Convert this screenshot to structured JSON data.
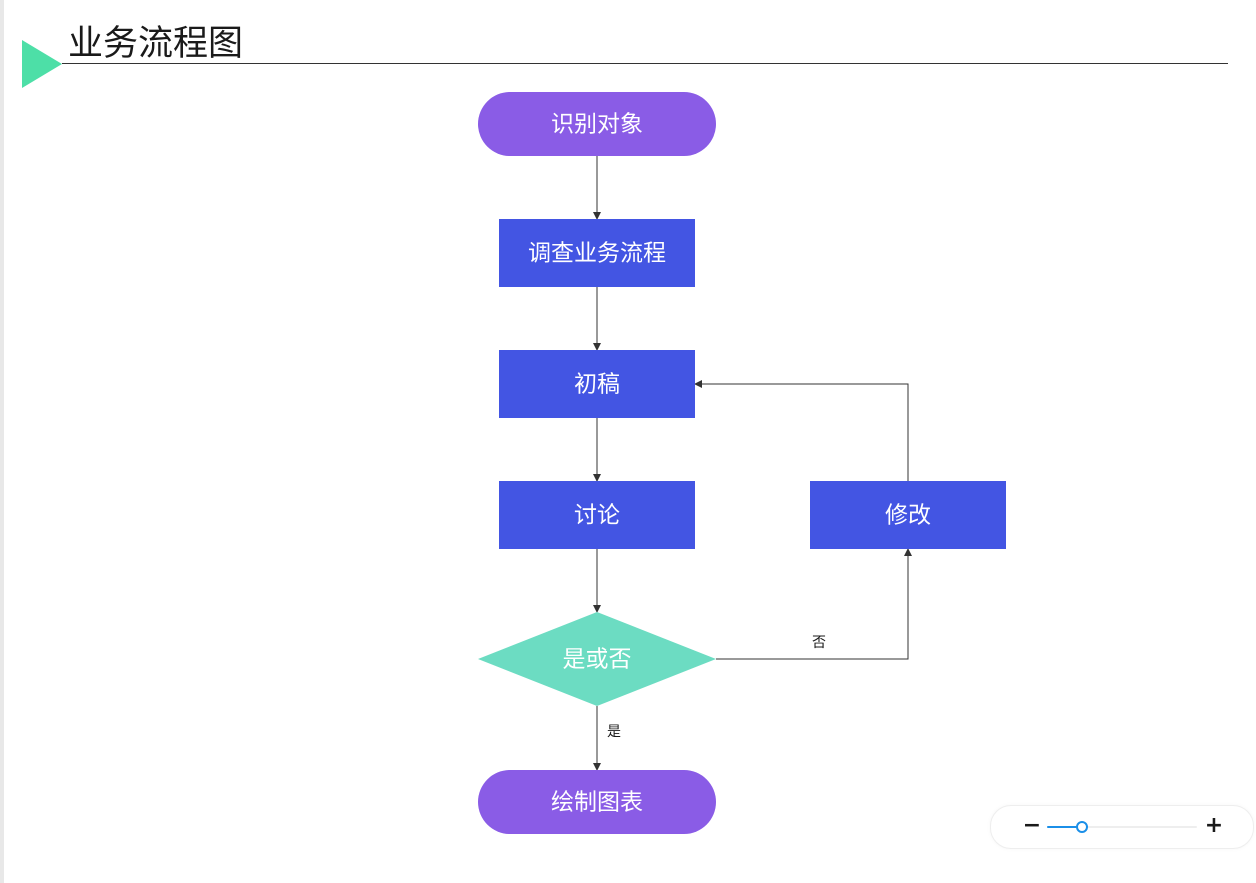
{
  "page": {
    "title": "业务流程图"
  },
  "colors": {
    "accent": "#4ddfa7",
    "terminator": "#8a5ce6",
    "process": "#4355e3",
    "decision": "#6cdcc2",
    "slider": "#1b8fe8"
  },
  "diagram": {
    "nodes": {
      "start": "识别对象",
      "survey": "调查业务流程",
      "draft": "初稿",
      "discuss": "讨论",
      "revise": "修改",
      "decision": "是或否",
      "end": "绘制图表"
    },
    "edge_labels": {
      "yes": "是",
      "no": "否"
    }
  },
  "zoom": {
    "minus_icon": "minus-icon",
    "plus_icon": "plus-icon",
    "minus_label": "−",
    "plus_label": "+",
    "level": 0.23
  }
}
